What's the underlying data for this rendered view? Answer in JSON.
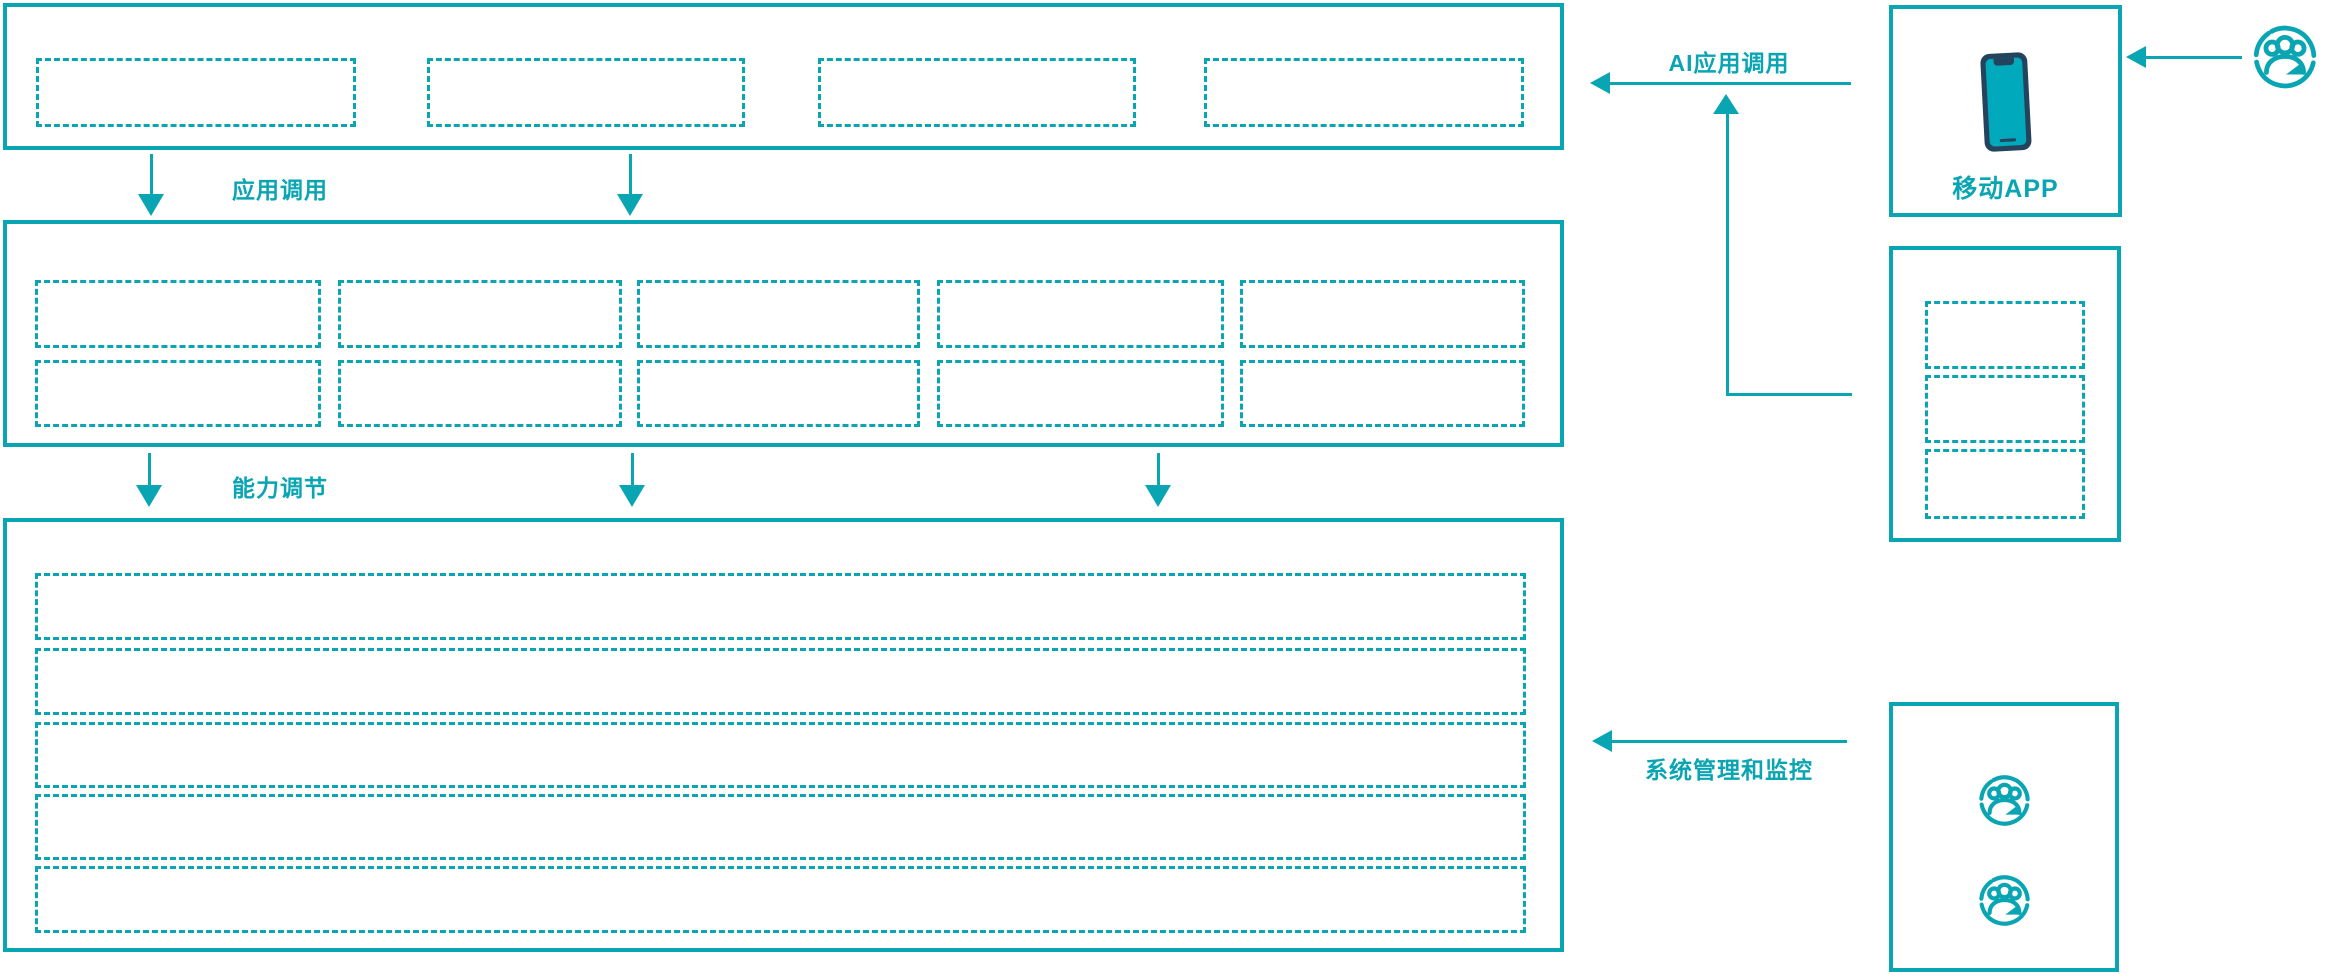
{
  "colors": {
    "accent": "#0aa5b3",
    "phone_frame": "#24435c",
    "phone_screen": "#00a9bb",
    "background": "#ffffff"
  },
  "labels": {
    "app_call": "应用调用",
    "capability_adjust": "能力调节",
    "ai_app_call": "AI应用调用",
    "mobile_app": "移动APP",
    "system_monitor": "系统管理和监控"
  },
  "icons": {
    "users": "users-icon",
    "phone": "phone-icon"
  },
  "diagram": {
    "type": "layered-architecture",
    "bands": [
      {
        "name": "application-layer",
        "placeholder_boxes": 4
      },
      {
        "name": "capability-layer",
        "placeholder_boxes": 10,
        "rows": 2,
        "cols": 5
      },
      {
        "name": "platform-layer",
        "placeholder_boxes": 5,
        "rows": 5
      }
    ],
    "side_panels": [
      {
        "name": "mobile-app-panel",
        "label": "移动APP",
        "icon": "phone-icon"
      },
      {
        "name": "ai-capability-panel",
        "placeholder_boxes": 3
      },
      {
        "name": "admin-panel",
        "user_icons": 2
      }
    ],
    "connectors": [
      {
        "label": "应用调用",
        "direction": "down",
        "from": "application-layer",
        "to": "capability-layer",
        "arrows": 2
      },
      {
        "label": "能力调节",
        "direction": "down",
        "from": "capability-layer",
        "to": "platform-layer",
        "arrows": 3
      },
      {
        "label": "AI应用调用",
        "direction": "left",
        "to": "application-layer"
      },
      {
        "label": "",
        "direction": "up",
        "from": "ai-capability-panel",
        "to": "ai-app-call-line"
      },
      {
        "label": "",
        "direction": "left",
        "from": "users-icon",
        "to": "mobile-app-panel"
      },
      {
        "label": "系统管理和监控",
        "direction": "left",
        "to": "platform-layer"
      }
    ]
  }
}
